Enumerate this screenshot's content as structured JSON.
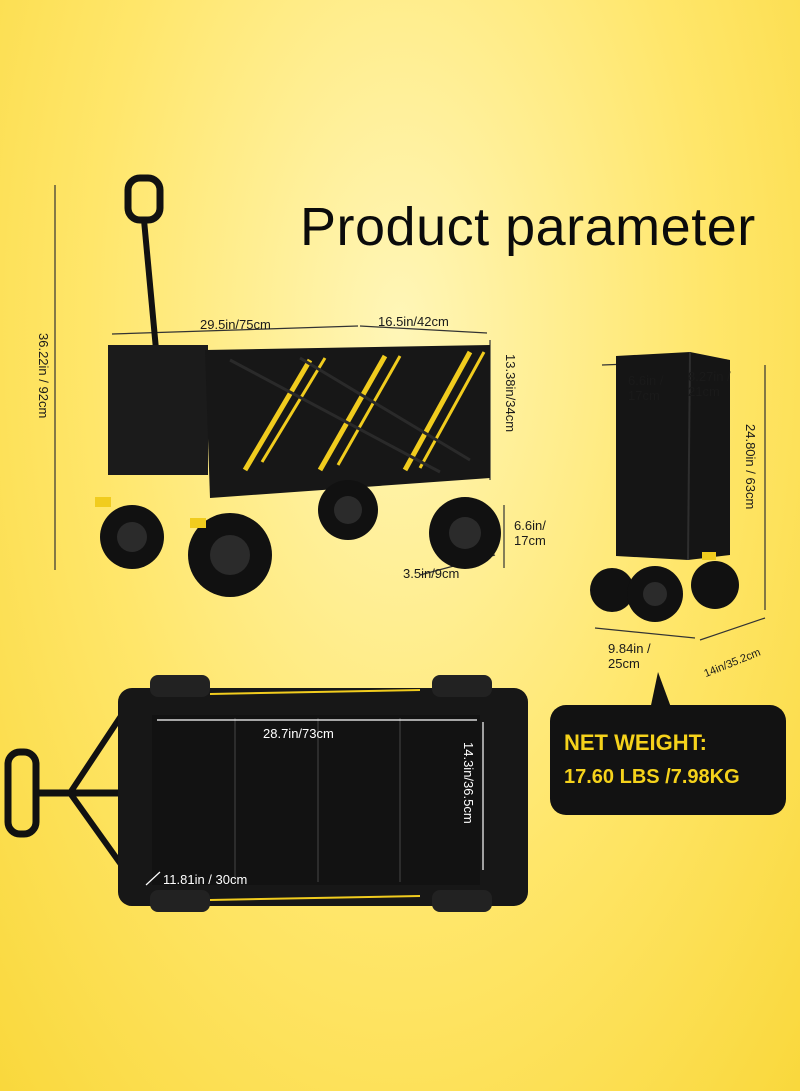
{
  "title": "Product parameter",
  "dimensions": {
    "height_total": "36.22in / 92cm",
    "length": "29.5in/75cm",
    "width": "16.5in/42cm",
    "bed_height": "13.38in/34cm",
    "wheel_diameter": "6.6in/ 17cm",
    "wheel_width": "3.5in/9cm",
    "folded_width": "6.6in / 17cm",
    "folded_depth": "8.27in / 21cm",
    "folded_height": "24.80in / 63cm",
    "folded_base_width": "9.84in / 25cm",
    "folded_base_depth": "14in/35.2cm",
    "inner_length": "28.7in/73cm",
    "inner_width": "14.3in/36.5cm",
    "handle_length": "11.81in / 30cm"
  },
  "net_weight": {
    "label": "NET WEIGHT:",
    "value": "17.60 LBS /7.98KG"
  },
  "colors": {
    "body": "#141414",
    "accent": "#f1cc1e",
    "background": "#ffe66a"
  }
}
